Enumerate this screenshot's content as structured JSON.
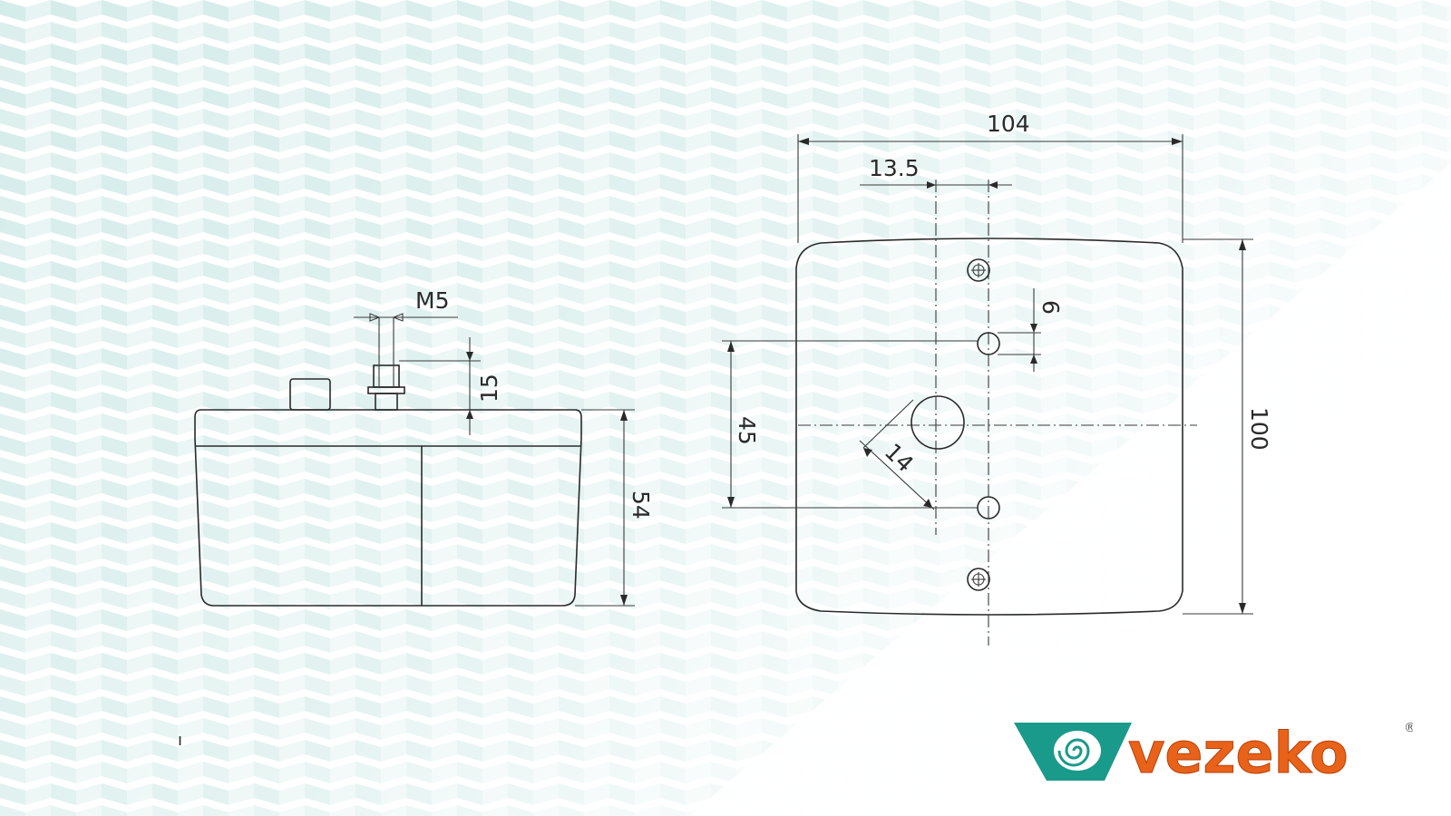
{
  "drawing": {
    "side_view": {
      "thread_label": "M5",
      "stud_height_label": "15",
      "depth_label": "54"
    },
    "front_view": {
      "width_label": "104",
      "offset_label": "13.5",
      "hole_diameter_label": "6",
      "hole_spacing_label": "45",
      "cable_hole_label": "14",
      "height_label": "100"
    }
  },
  "brand": {
    "name": "vezeko",
    "registered_mark": "®",
    "colors": {
      "emblem": "#1a9a8a",
      "text": "#e8621a",
      "background_tint": "#e4f3f2"
    }
  },
  "footer_mark": "ı"
}
